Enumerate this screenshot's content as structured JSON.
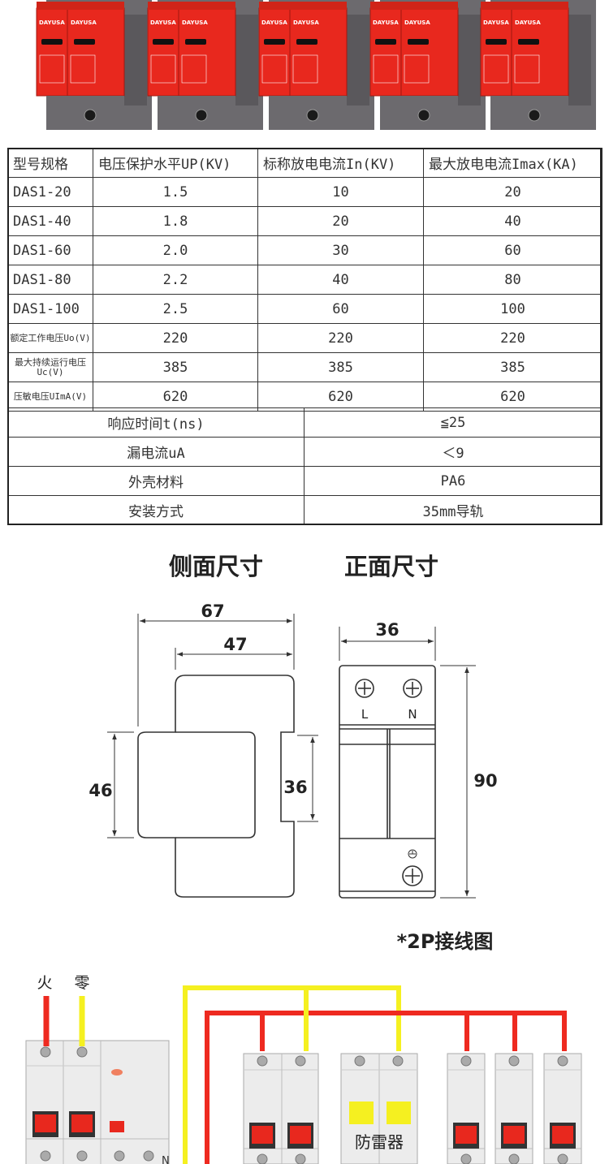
{
  "brand": "DAYUSA",
  "spec_table": {
    "header": [
      "型号规格",
      "电压保护水平UP(KV)",
      "标称放电电流In(KV)",
      "最大放电电流Imax(KA)"
    ],
    "rows": [
      [
        "DAS1-20",
        "1.5",
        "10",
        "20"
      ],
      [
        "DAS1-40",
        "1.8",
        "20",
        "40"
      ],
      [
        "DAS1-60",
        "2.0",
        "30",
        "60"
      ],
      [
        "DAS1-80",
        "2.2",
        "40",
        "80"
      ],
      [
        "DAS1-100",
        "2.5",
        "60",
        "100"
      ],
      [
        "额定工作电压Uo(V)",
        "220",
        "220",
        "220"
      ],
      [
        "最大持续运行电压Uc(V)",
        "385",
        "385",
        "385"
      ],
      [
        "压敏电压UImA(V)",
        "620",
        "620",
        "620"
      ]
    ]
  },
  "spec_table2": {
    "rows": [
      [
        "响应时间t(ns)",
        "≦25"
      ],
      [
        "漏电流uA",
        "＜9"
      ],
      [
        "外壳材料",
        "PA6"
      ],
      [
        "安装方式",
        "35mm导轨"
      ]
    ]
  },
  "dimensions": {
    "side_title": "侧面尺寸",
    "front_title": "正面尺寸",
    "side_width": "67",
    "side_inner_width": "47",
    "side_height": "46",
    "rail_height": "36",
    "front_width": "36",
    "front_height": "90",
    "terminal_l": "L",
    "terminal_n": "N"
  },
  "wiring": {
    "title": "*2P接线图",
    "live_label": "火",
    "neutral_label": "零",
    "n_label": "N",
    "spd_label": "防雷器"
  },
  "colors": {
    "module_red": "#e8281e",
    "wire_red": "#ee2a20",
    "wire_yellow": "#f5f020",
    "housing_gray": "#6c6a6e",
    "breaker_gray": "#ececec"
  }
}
